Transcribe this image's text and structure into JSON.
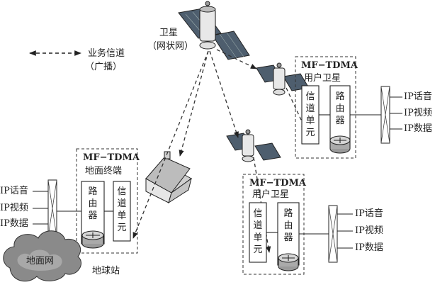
{
  "legend": {
    "line1": "业务信道",
    "line2": "（广播）"
  },
  "satellite_main": {
    "name": "卫星",
    "sub": "（网状网）"
  },
  "user_terminal_top": {
    "title": "MF−TDMA",
    "subtitle": "用户卫星",
    "channel_unit": "信道单元",
    "router": "路由器"
  },
  "user_terminal_bottom": {
    "title": "MF−TDMA",
    "subtitle": "用户卫星",
    "channel_unit": "信道单元",
    "router": "路由器"
  },
  "ground_terminal": {
    "title": "MF−TDMA",
    "subtitle": "地面终端",
    "router": "路由器",
    "channel_unit": "信道单元"
  },
  "services_top": [
    "IP话音",
    "IP视频",
    "IP数据"
  ],
  "services_bottom": [
    "IP话音",
    "IP视频",
    "IP数据"
  ],
  "services_left": [
    "IP话音",
    "IP视频",
    "IP数据"
  ],
  "ground_network": "地面网",
  "earth_station": "地球站",
  "colors": {
    "line": "#222222",
    "dashed": "#333333",
    "panel": "#5a6a7a",
    "body": "#d8d8d8"
  }
}
